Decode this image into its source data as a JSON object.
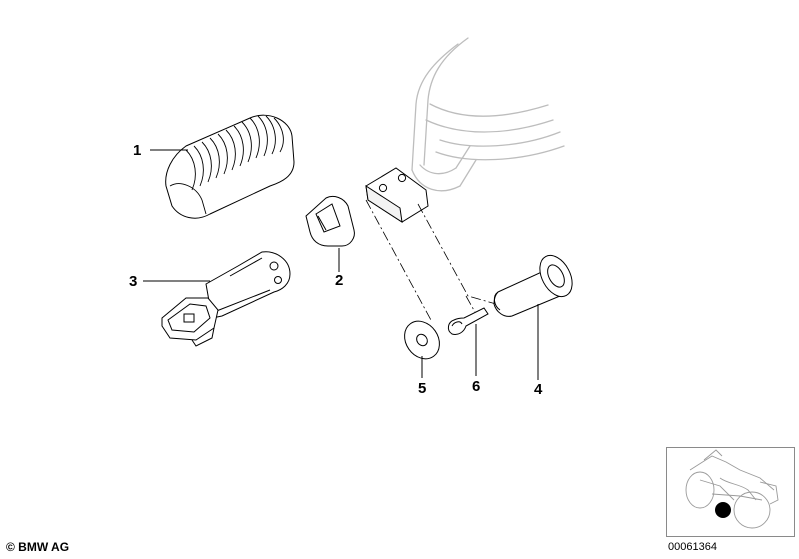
{
  "callouts": {
    "c1": "1",
    "c2": "2",
    "c3": "3",
    "c4": "4",
    "c5": "5",
    "c6": "6"
  },
  "footer": {
    "copyright": "© BMW AG",
    "doc_number": "00061364"
  },
  "colors": {
    "line": "#000000",
    "frame": "#bdbdbd",
    "inset_border": "#8a8a8a",
    "marker": "#000000"
  }
}
